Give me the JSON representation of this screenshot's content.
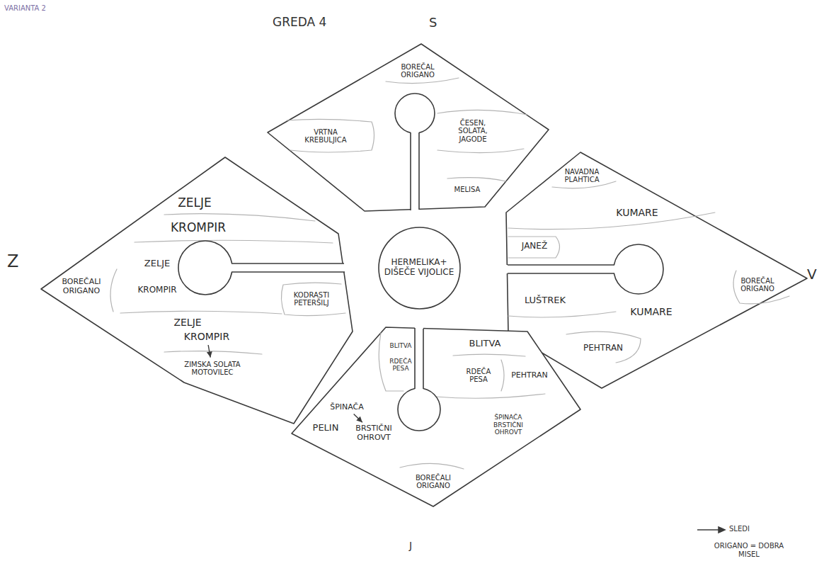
{
  "diagram": {
    "title": "GREDA 4",
    "nodes": [
      {
        "text": [
          "BOREČAL ORIGANO"
        ]
      },
      {
        "text": [
          "VRTNA KREBULJICA"
        ]
      },
      {
        "text": [
          "ČESEN, SOLATA, JAGODE"
        ]
      },
      {
        "text": [
          "MELISA"
        ]
      },
      {
        "text": [
          "ZELJE"
        ]
      },
      {
        "text": [
          "KROMPIR"
        ]
      },
      {
        "text": [
          "ZELJE"
        ]
      },
      {
        "text": [
          "BOREČALI ORIGANO"
        ]
      },
      {
        "text": [
          "KROMPIR"
        ]
      },
      {
        "text": [
          "KODRASTI PETERŠILJ"
        ]
      },
      {
        "text": [
          "ZELJE"
        ]
      },
      {
        "text": [
          "KROMPIR"
        ]
      },
      {
        "text": [
          "ZIMSKA SOLATA MOTOVILEC"
        ]
      },
      {
        "text": [
          "HERMELIKA+ DIŠEČE VIJOLICE"
        ]
      },
      {
        "text": [
          "NAVADNA PLAHTICA"
        ]
      },
      {
        "text": [
          "KUMARE"
        ]
      },
      {
        "text": [
          "JANEŽ"
        ]
      },
      {
        "text": [
          "BOREČAL ORIGANO"
        ]
      },
      {
        "text": [
          "LUŠTREK"
        ]
      },
      {
        "text": [
          "KUMARE"
        ]
      },
      {
        "text": [
          "PEHTRAN"
        ]
      },
      {
        "text": [
          "PELIN"
        ]
      },
      {
        "text": [
          "BLITVA"
        ]
      },
      {
        "text": [
          "RDEČA PESA"
        ]
      },
      {
        "text": [
          "BLITVA"
        ]
      },
      {
        "text": [
          "RDEČA PESA"
        ]
      },
      {
        "text": [
          "PEHTRAN"
        ]
      },
      {
        "text": [
          "ŠPINAČA"
        ]
      },
      {
        "text": [
          "BRSTIČNI OHROVT"
        ]
      },
      {
        "text": [
          "ŠPINAČA BRSTIČNI OHROVT"
        ]
      },
      {
        "text": [
          "BOREČALI ORIGANO"
        ]
      }
    ],
    "edges": [
      {
        "from": 11,
        "to": 12,
        "arrow": "to"
      },
      {
        "from": 27,
        "to": 28,
        "arrow": "to"
      }
    ],
    "labels": [
      "VARIANTA 2",
      "S",
      "Z",
      "V",
      "J",
      "ORIGANO = DOBRA MISEL"
    ],
    "legend": [
      {
        "text": "SLEDI"
      }
    ]
  }
}
